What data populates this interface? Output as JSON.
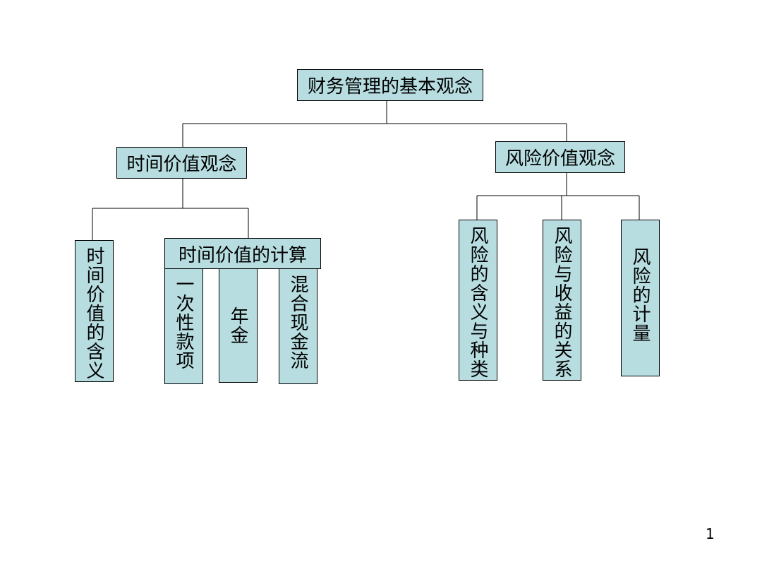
{
  "diagram": {
    "root": "财务管理的基本观念",
    "time_value": {
      "title": "时间价值观念",
      "meaning": "时间价值的含义",
      "calc_title": "时间价值的计算",
      "calc_items": [
        "一次性款项",
        "年金",
        "混合现金流"
      ]
    },
    "risk_value": {
      "title": "风险价值观念",
      "items": [
        "风险的含义与种类",
        "风险与收益的关系",
        "风险的计量"
      ]
    }
  },
  "slide": {
    "page_number": "1"
  }
}
